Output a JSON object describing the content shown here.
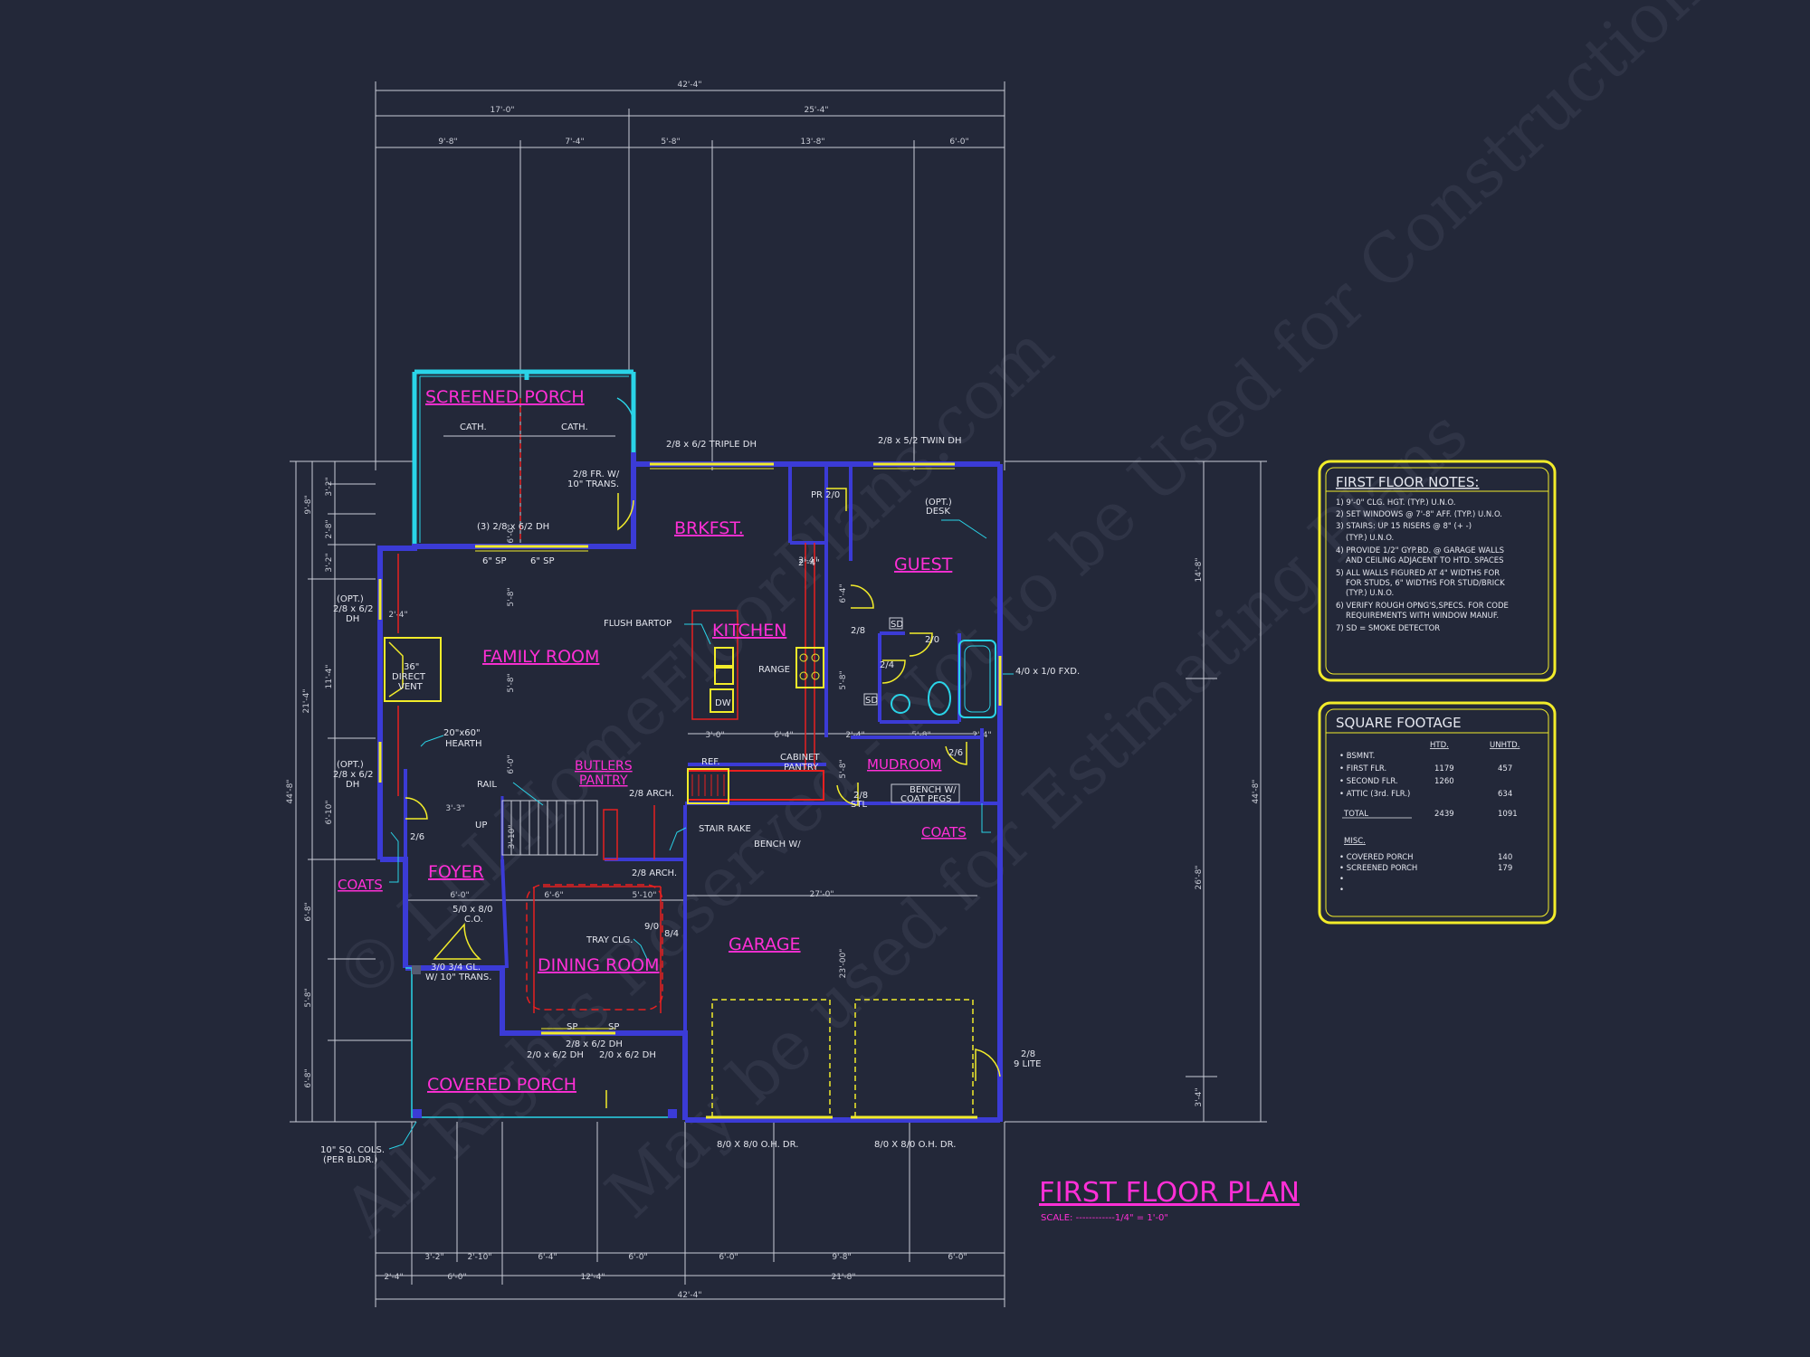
{
  "colors": {
    "background": "#232839",
    "wall": "#3b3bd6",
    "room_label": "#ff2fd6",
    "cyan": "#2ad4e8",
    "yellow": "#f2ec2a",
    "dimension": "#c9ccd6",
    "red": "#e82020"
  },
  "dimensions": {
    "top_overall": "42'-4\"",
    "top_left": "17'-0\"",
    "top_right": "25'-4\"",
    "top_segments": [
      "9'-8\"",
      "7'-4\"",
      "5'-8\"",
      "13'-8\"",
      "6'-0\""
    ],
    "bottom_overall": "42'-4\"",
    "bottom_mid": [
      "2'-4\"",
      "6'-0\"",
      "12'-4\"",
      "21'-8\""
    ],
    "bottom_segments": [
      "3'-2\"",
      "2'-10\"",
      "6'-4\"",
      "6'-0\"",
      "6'-0\"",
      "9'-8\"",
      "6'-0\""
    ],
    "left_overall": "44'-8\"",
    "left_mid": [
      "21'-4\""
    ],
    "left_segments": [
      "9'-8\"",
      "3'-2\"",
      "2'-8\"",
      "3'-2\"",
      "11'-4\"",
      "6'-10\"",
      "6'-8\"",
      "5'-8\"",
      "6'-8\""
    ],
    "right_overall": "44'-8\"",
    "right_segments": [
      "14'-8\"",
      "26'-8\"",
      "3'-4\""
    ],
    "interior": [
      "2'-4\"",
      "2'-4\"",
      "6'-4\"",
      "5'-8\"",
      "3'-0\"",
      "6'-4\"",
      "2'-4\"",
      "5'-8\"",
      "2'-4\"",
      "5'-8\"",
      "6'-0\"",
      "3'-3\"",
      "3'-10\"",
      "6'-0\"",
      "6'-6\"",
      "5'-10\"",
      "27'-0\"",
      "5'-8\"",
      "5'-8\"",
      "6'-0\"",
      "23'-00\""
    ]
  },
  "rooms": {
    "screened_porch": "SCREENED PORCH",
    "brkfst": "BRKFST.",
    "guest": "GUEST",
    "family_room": "FAMILY ROOM",
    "kitchen": "KITCHEN",
    "butlers_pantry": [
      "BUTLERS",
      "PANTRY"
    ],
    "mudroom": "MUDROOM",
    "coats_right": "COATS",
    "foyer": "FOYER",
    "coats_left": "COATS",
    "dining_room": "DINING ROOM",
    "garage": "GARAGE",
    "covered_porch": "COVERED PORCH"
  },
  "notes": {
    "cath_1": "CATH.",
    "cath_2": "CATH.",
    "triple_dh": "2/8 x 6/2 TRIPLE DH",
    "twin_dh": "2/8 x 5/2 TWIN DH",
    "fr_trans": [
      "2/8 FR. W/",
      "10\" TRANS."
    ],
    "pr": "PR 2/0",
    "opt_desk": [
      "(OPT.)",
      "DESK"
    ],
    "three_dh": "(3) 2/8 x 6/2 DH",
    "sp1": "6\" SP",
    "sp2": "6\" SP",
    "dim_2_4": "2'-4\"",
    "opt_dh_top": [
      "(OPT.)",
      "2/8 x 6/2",
      "DH"
    ],
    "flush_bartop": "FLUSH BARTOP",
    "range": "RANGE",
    "dw": "DW",
    "direct_vent": [
      "36\"",
      "DIRECT",
      "VENT"
    ],
    "hearth": [
      "20\"x60\"",
      "HEARTH"
    ],
    "fxd": "4/0 x 1/0 FXD.",
    "sd1": "SD",
    "sd2": "SD",
    "d_2_8a": "2/8",
    "d_2_0": "2/0",
    "d_2_4": "2/4",
    "d_2_6a": "2/6",
    "d_2_8b": "2/8",
    "stl": "STL",
    "opt_dh_bot": [
      "(OPT.)",
      "2/8 x 6/2",
      "DH"
    ],
    "ref": "REF.",
    "cabinet_pantry": [
      "CABINET",
      "PANTRY"
    ],
    "bench_coat": [
      "BENCH W/",
      "COAT PEGS"
    ],
    "rail": "RAIL",
    "up": "UP",
    "arch1": "2/8 ARCH.",
    "stair_rake": "STAIR RAKE",
    "bench": "BENCH W/",
    "arch2": "2/8 ARCH.",
    "d_2_6b": "2/6",
    "co": [
      "5/0 x 8/0",
      "C.O."
    ],
    "tray": "TRAY CLG.",
    "d_9_0": "9/0",
    "d_8_4": "8/4",
    "gl_trans": [
      "3/0 3/4 GL.",
      "W/ 10\" TRANS."
    ],
    "dining_dh": "2/8 x 6/2 DH",
    "dining_dh2": "2/0 x 6/2 DH",
    "dining_dh3": "2/0 x 6/2 DH",
    "sp3": "SP",
    "sp4": "SP",
    "nine_lite": [
      "2/8",
      "9 LITE"
    ],
    "oh_dr1": "8/0 X 8/0 O.H. DR.",
    "oh_dr2": "8/0 X 8/0 O.H. DR.",
    "sq_cols": [
      "10\" SQ. COLS.",
      "(PER BLDR.)"
    ]
  },
  "first_floor_notes": {
    "title": "FIRST FLOOR NOTES:",
    "lines": [
      "1) 9'-0\" CLG. HGT. (TYP.) U.N.O.",
      "2) SET WINDOWS @ 7'-8\" AFF. (TYP.) U.N.O.",
      "3) STAIRS: UP 15 RISERS @ 8\" (+ -)",
      "(TYP.) U.N.O.",
      "4) PROVIDE 1/2\" GYP.BD. @ GARAGE WALLS",
      "AND CEILING ADJACENT TO HTD. SPACES",
      "5) ALL WALLS FIGURED AT 4\" WIDTHS FOR",
      "FOR STUDS, 6\" WIDTHS FOR STUD/BRICK",
      "(TYP.) U.N.O.",
      "6) VERIFY ROUGH OPNG'S,SPECS. FOR CODE",
      "REQUIREMENTS WITH WINDOW MANUF.",
      "7) SD = SMOKE DETECTOR"
    ]
  },
  "square_footage": {
    "title": "SQUARE FOOTAGE",
    "col_htd": "HTD.",
    "col_unhtd": "UNHTD.",
    "rows": [
      {
        "label": "• BSMNT.",
        "htd": "",
        "unhtd": ""
      },
      {
        "label": "• FIRST FLR.",
        "htd": "1179",
        "unhtd": "457"
      },
      {
        "label": "• SECOND FLR.",
        "htd": "1260",
        "unhtd": ""
      },
      {
        "label": "• ATTIC (3rd. FLR.)",
        "htd": "",
        "unhtd": "634"
      }
    ],
    "total_label": "TOTAL",
    "total_htd": "2439",
    "total_unhtd": "1091",
    "misc_label": "MISC.",
    "misc_rows": [
      {
        "label": "• COVERED PORCH",
        "value": "140"
      },
      {
        "label": "• SCREENED PORCH",
        "value": "179"
      },
      {
        "label": "•",
        "value": ""
      },
      {
        "label": "•",
        "value": ""
      }
    ]
  },
  "title": {
    "main": "FIRST FLOOR PLAN",
    "scale": "SCALE: ------------1/4\" = 1'-0\""
  },
  "watermark": {
    "line1": "© LLLHomeFloorPlans.com",
    "line2": "All Rights Reserved - Not to be Used for Construction",
    "line3": "May be used for Estimating Plans"
  }
}
